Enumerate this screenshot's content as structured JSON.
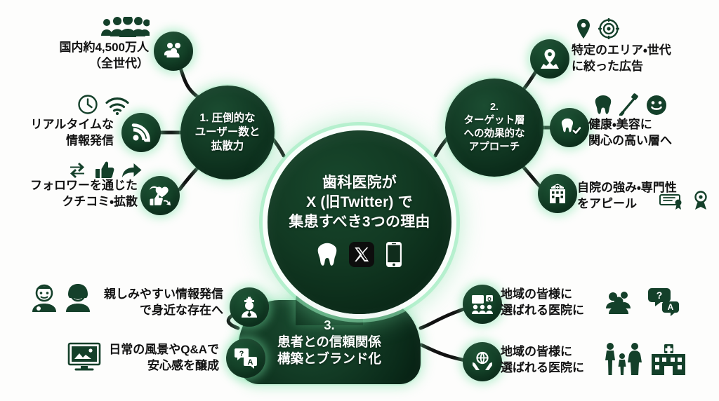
{
  "hub": {
    "title": "歯科医院が\nX (旧Twitter) で\n集患すべき3つの理由",
    "icons": [
      "tooth-icon",
      "x-logo-icon",
      "smartphone-icon"
    ],
    "colors": {
      "node_dark": "#123a24",
      "node_darker": "#061d11",
      "glow": "#78e1a5",
      "text_light": "#ffffff",
      "text_dark": "#111111",
      "background": "#fdfdfc"
    }
  },
  "branches": [
    {
      "id": "branch1",
      "number": "1.",
      "label": "1. 圧倒的な\nユーザー数と\n拡散力",
      "leaves": [
        {
          "icon": "group-people-icon",
          "caption": "国内約4,500万人\n（全世代）",
          "decor_icons": [
            "crowd-icon"
          ]
        },
        {
          "icon": "rss-feed-icon",
          "caption": "リアルタイムな\n情報発信",
          "decor_icons": [
            "clock-icon",
            "wifi-icon"
          ]
        },
        {
          "icon": "share-like-heart-icon",
          "caption": "フォロワーを通じた\nクチコミ・拡散",
          "decor_icons": [
            "retweet-icon",
            "thumbs-up-icon",
            "share-arrow-icon"
          ]
        }
      ]
    },
    {
      "id": "branch2",
      "number": "2.",
      "label": "2.\nターゲット層\nへの効果的な\nアプローチ",
      "leaves": [
        {
          "icon": "map-pin-location-icon",
          "caption": "特定のエリア・世代\nに絞った広告",
          "decor_icons": [
            "pin-icon",
            "target-icon"
          ]
        },
        {
          "icon": "tooth-check-icon",
          "caption": "健康・美容に\n関心の高い層へ",
          "decor_icons": [
            "tooth-icon",
            "toothbrush-icon",
            "smiley-icon"
          ]
        },
        {
          "icon": "clinic-building-icon",
          "caption": "自院の強み・専門性\nをアピール",
          "decor_icons": [
            "diploma-icon",
            "award-ribbon-icon"
          ]
        }
      ]
    },
    {
      "id": "branch3",
      "number": "3.",
      "label": "3.\n患者との信頼関係\n構築とブランド化",
      "leaves": [
        {
          "icon": "doctor-icon",
          "caption": "親しみやすい情報発信\nで身近な存在へ",
          "decor_icons": [
            "doctor-avatar-icon",
            "patient-avatar-icon"
          ]
        },
        {
          "icon": "qa-bubbles-icon",
          "caption": "日常の風景やQ&Aで\n安心感を醸成",
          "decor_icons": [
            "monitor-photo-icon"
          ]
        },
        {
          "icon": "presentation-audience-icon",
          "caption": "地域の皆様に\n選ばれる医院に",
          "decor_icons": [
            "people-group-icon",
            "qa-bubble-icon"
          ]
        },
        {
          "icon": "hands-globe-icon",
          "caption": "地域の皆様に\n選ばれる医院に",
          "decor_icons": [
            "family-icon",
            "hospital-icon"
          ]
        }
      ]
    }
  ]
}
